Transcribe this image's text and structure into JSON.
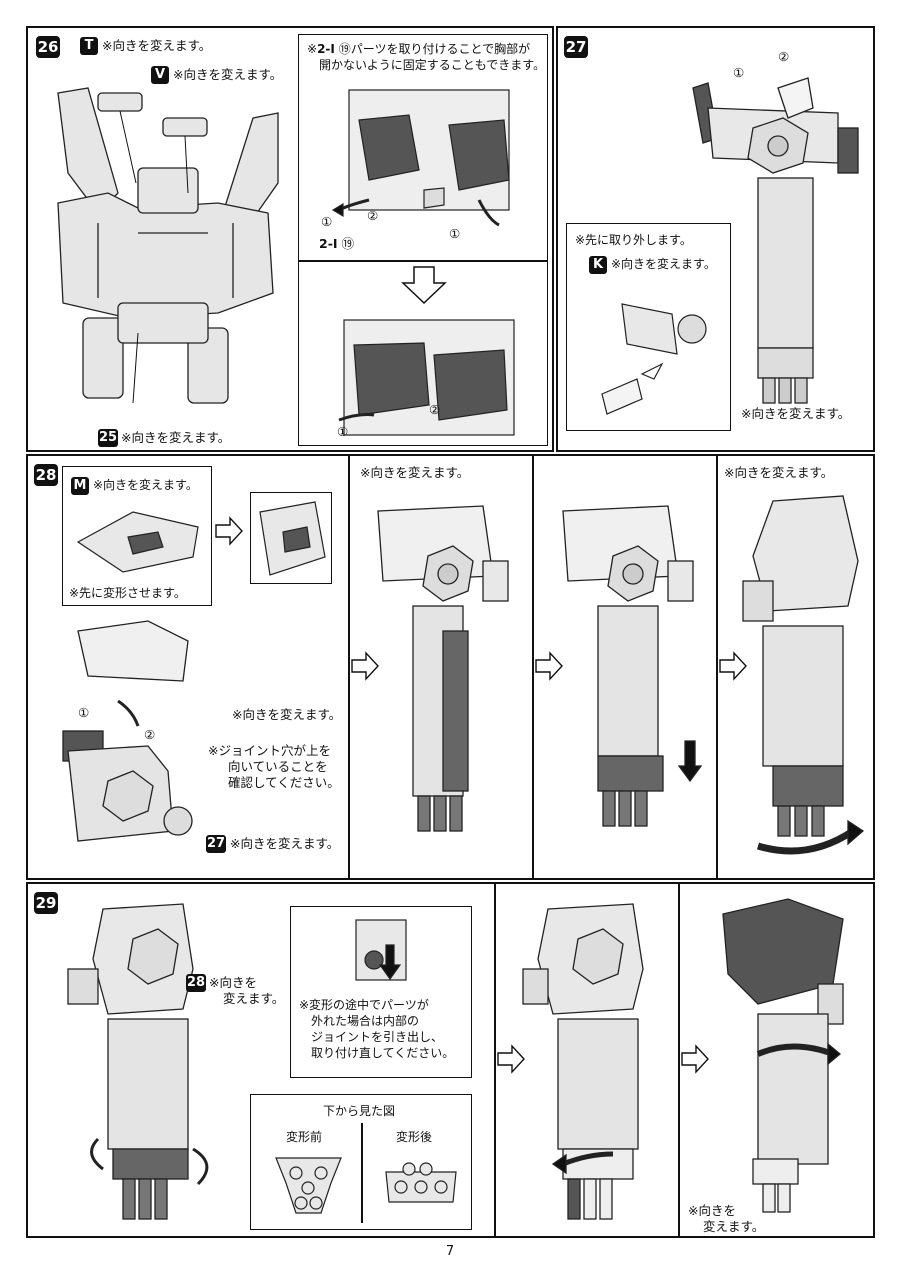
{
  "page_number": "7",
  "step26": {
    "number": "26",
    "part_t": {
      "letter": "T",
      "note": "※向きを変えます。"
    },
    "part_v": {
      "letter": "V",
      "note": "※向きを変えます。"
    },
    "part_25": {
      "letter": "25",
      "note": "※向きを変えます。"
    },
    "detail_note_prefix": "※",
    "detail_note_ref": "2-I",
    "detail_note_circle": "⑲",
    "detail_note_line1": "パーツを取り付けることで胸部が",
    "detail_note_line2": "開かないように固定することもできます。",
    "part_label_ref": "2-I",
    "part_label_circle": "⑲",
    "arrow_1": "①",
    "arrow_2": "②"
  },
  "step27": {
    "number": "27",
    "callout_note": "※先に取り外します。",
    "part_k": {
      "letter": "K",
      "note": "※向きを変えます。"
    },
    "bottom_note": "※向きを変えます。",
    "arrow_1": "①",
    "arrow_2": "②"
  },
  "step28": {
    "number": "28",
    "part_m": {
      "letter": "M",
      "note": "※向きを変えます。"
    },
    "pre_note": "※先に変形させます。",
    "cover_note": "※向きを変えます。",
    "joint_note_line1": "※ジョイント穴が上を",
    "joint_note_line2": "向いていることを",
    "joint_note_line3": "確認してください。",
    "part_27": {
      "letter": "27",
      "note": "※向きを変えます。"
    },
    "col2_note": "※向きを変えます。",
    "col4_note": "※向きを変えます。",
    "arrow_1": "①",
    "arrow_2": "②"
  },
  "step29": {
    "number": "29",
    "part_28": {
      "letter": "28",
      "note_line1": "※向きを",
      "note_line2": "変えます。"
    },
    "warn_line1": "※変形の途中でパーツが",
    "warn_line2": "外れた場合は内部の",
    "warn_line3": "ジョイントを引き出し、",
    "warn_line4": "取り付け直してください。",
    "bottom_view_title": "下から見た図",
    "before_label": "変形前",
    "after_label": "変形後",
    "end_note_line1": "※向きを",
    "end_note_line2": "変えます。"
  }
}
